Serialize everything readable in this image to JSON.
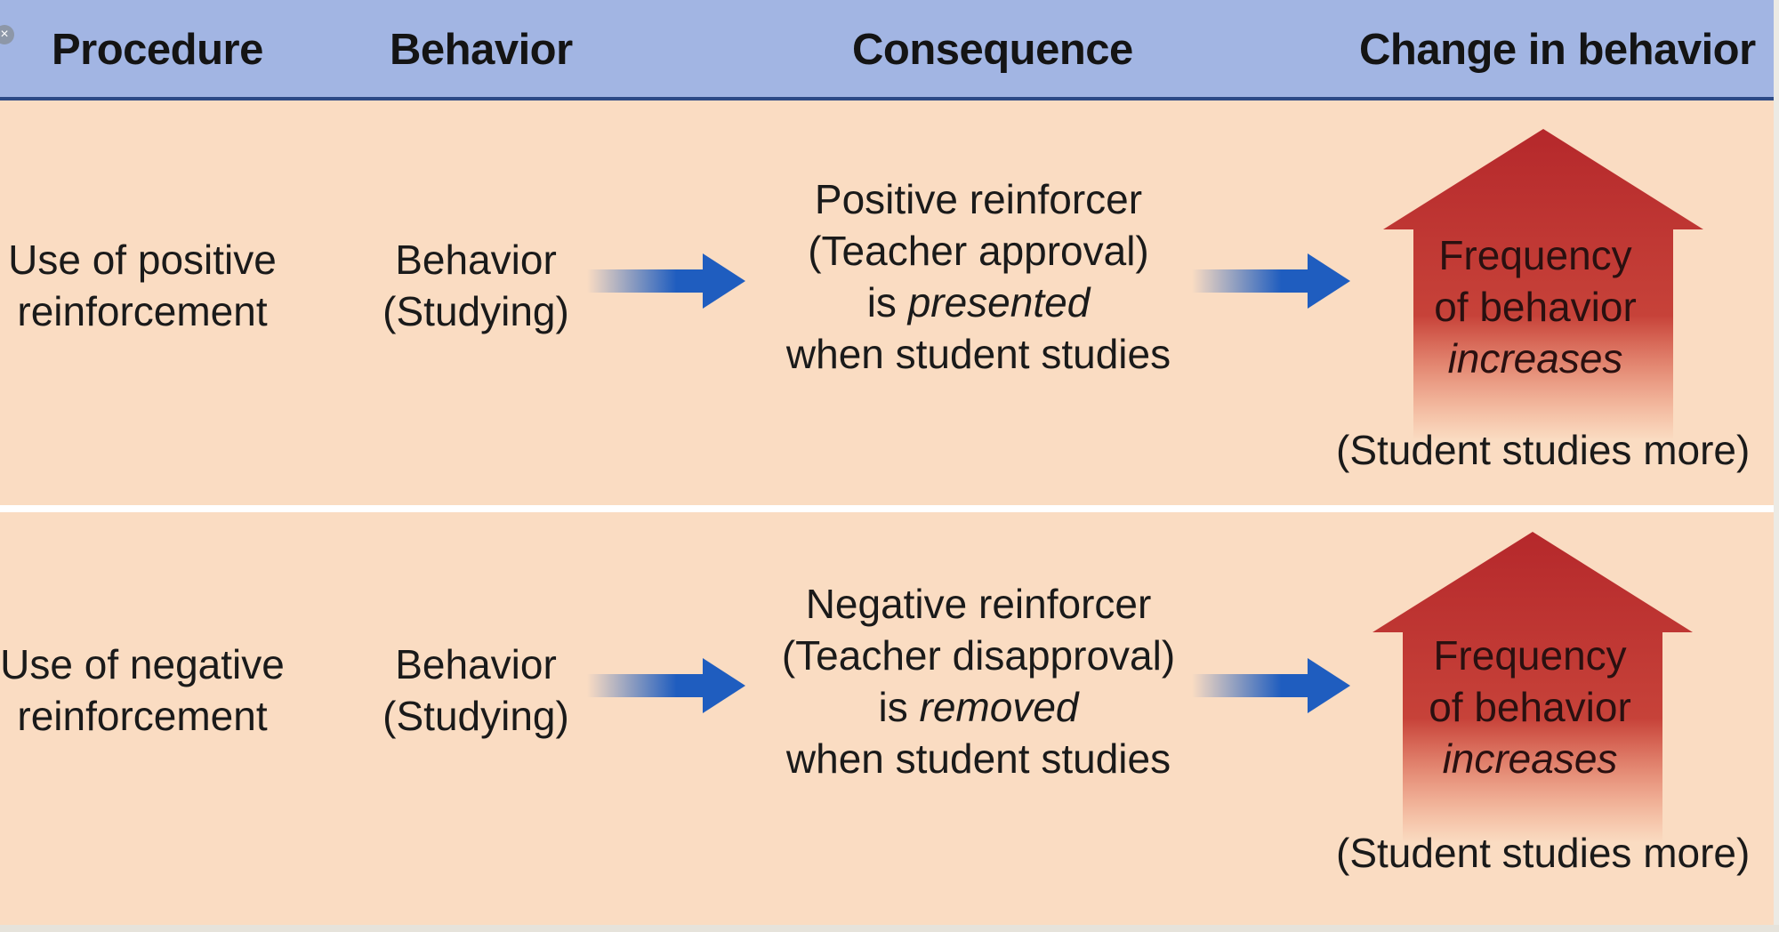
{
  "header": {
    "procedure": "Procedure",
    "behavior": "Behavior",
    "consequence": "Consequence",
    "change": "Change in behavior"
  },
  "colors": {
    "header_bg": "#A2B5E3",
    "header_border": "#2D4A86",
    "row_bg": "#FADCC2",
    "arrow_blue": "#1F5DBF",
    "up_arrow_red": "#B5282B"
  },
  "rows": [
    {
      "procedure": [
        "Use of positive",
        "reinforcement"
      ],
      "behavior": [
        "Behavior",
        "(Studying)"
      ],
      "consequence": {
        "line1": "Positive reinforcer",
        "line2": "(Teacher approval)",
        "line3_prefix": "is ",
        "line3_emphasis": "presented",
        "line4": "when student studies"
      },
      "frequency": {
        "line1": "Frequency",
        "line2": "of behavior",
        "line3": "increases"
      },
      "note": "(Student studies more)"
    },
    {
      "procedure": [
        "Use of negative",
        "reinforcement"
      ],
      "behavior": [
        "Behavior",
        "(Studying)"
      ],
      "consequence": {
        "line1": "Negative reinforcer",
        "line2": "(Teacher disapproval)",
        "line3_prefix": "is ",
        "line3_emphasis": "removed",
        "line4": "when student studies"
      },
      "frequency": {
        "line1": "Frequency",
        "line2": "of behavior",
        "line3": "increases"
      },
      "note": "(Student studies more)"
    }
  ]
}
